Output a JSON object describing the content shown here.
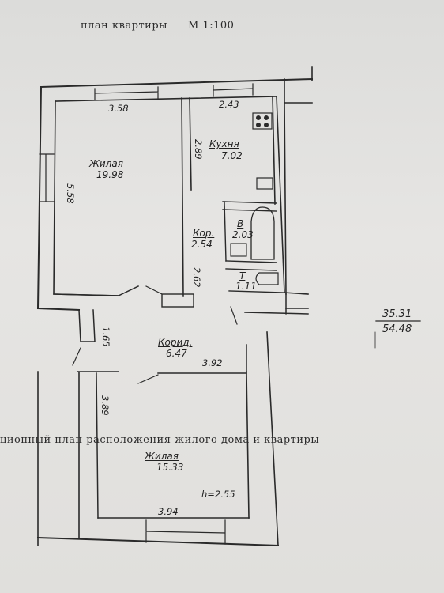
{
  "header": {
    "title": "план квартиры",
    "scale": "М   1:100"
  },
  "middle_caption": "ционный план расположения    жилого   дома   и   квартиры",
  "rooms": {
    "living1": {
      "name": "Жилая",
      "area": "19.98"
    },
    "kitchen": {
      "name": "Кухня",
      "area": "7.02"
    },
    "corridor_small": {
      "name": "Кор.",
      "area": "2.54"
    },
    "bath": {
      "name": "В",
      "area": "2.03"
    },
    "toilet": {
      "name": "Т",
      "area": "1.11"
    },
    "corridor": {
      "name": "Корид.",
      "area": "6.47"
    },
    "living2": {
      "name": "Жилая",
      "area": "15.33"
    }
  },
  "dimensions": {
    "d358": "3.58",
    "d243": "2.43",
    "d558": "5.58",
    "d289": "2.89",
    "d262": "2.62",
    "d165": "1.65",
    "d392": "3.92",
    "d389": "3.89",
    "d394": "3.94",
    "height": "h=2.55"
  },
  "totals": {
    "living": "35.31",
    "total": "54.48"
  }
}
